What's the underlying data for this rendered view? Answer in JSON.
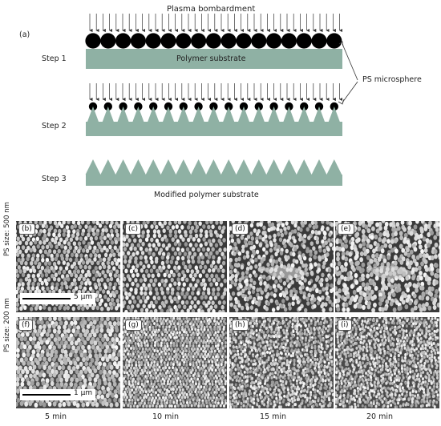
{
  "diagram": {
    "panel_label": "(a)",
    "title": "Plasma bombardment",
    "steps": [
      {
        "label": "Step 1"
      },
      {
        "label": "Step 2"
      },
      {
        "label": "Step 3"
      }
    ],
    "substrate_label": "Polymer substrate",
    "microsphere_label": "PS microsphere",
    "modified_label": "Modified polymer substrate",
    "colors": {
      "substrate": "#8fb1a4",
      "sphere": "#000000",
      "arrow": "#333333"
    }
  },
  "sem_grid": {
    "rows": [
      {
        "label": "PS size: 500 nm",
        "scalebar": "5 μm",
        "panels": [
          "(b)",
          "(c)",
          "(d)",
          "(e)"
        ]
      },
      {
        "label": "PS size: 200 nm",
        "scalebar": "1 μm",
        "panels": [
          "(f)",
          "(g)",
          "(h)",
          "(i)"
        ]
      }
    ],
    "times": [
      "5 min",
      "10 min",
      "15 min",
      "20 min"
    ]
  }
}
